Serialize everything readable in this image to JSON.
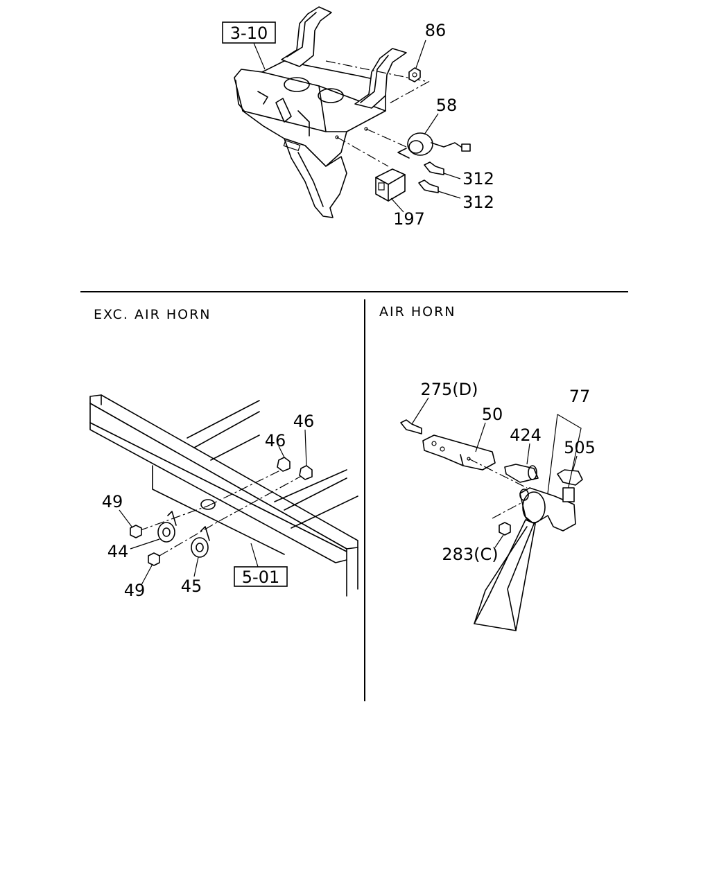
{
  "sections": {
    "left_title": "EXC. AIR HORN",
    "right_title": "AIR HORN"
  },
  "refs": {
    "top": "3-10",
    "bottom": "5-01"
  },
  "callouts": {
    "top": [
      "86",
      "58",
      "312",
      "312",
      "197"
    ],
    "exc_air_horn": [
      "46",
      "46",
      "49",
      "44",
      "49",
      "45"
    ],
    "air_horn": [
      "275(D)",
      "50",
      "77",
      "424",
      "505",
      "283(C)"
    ]
  }
}
